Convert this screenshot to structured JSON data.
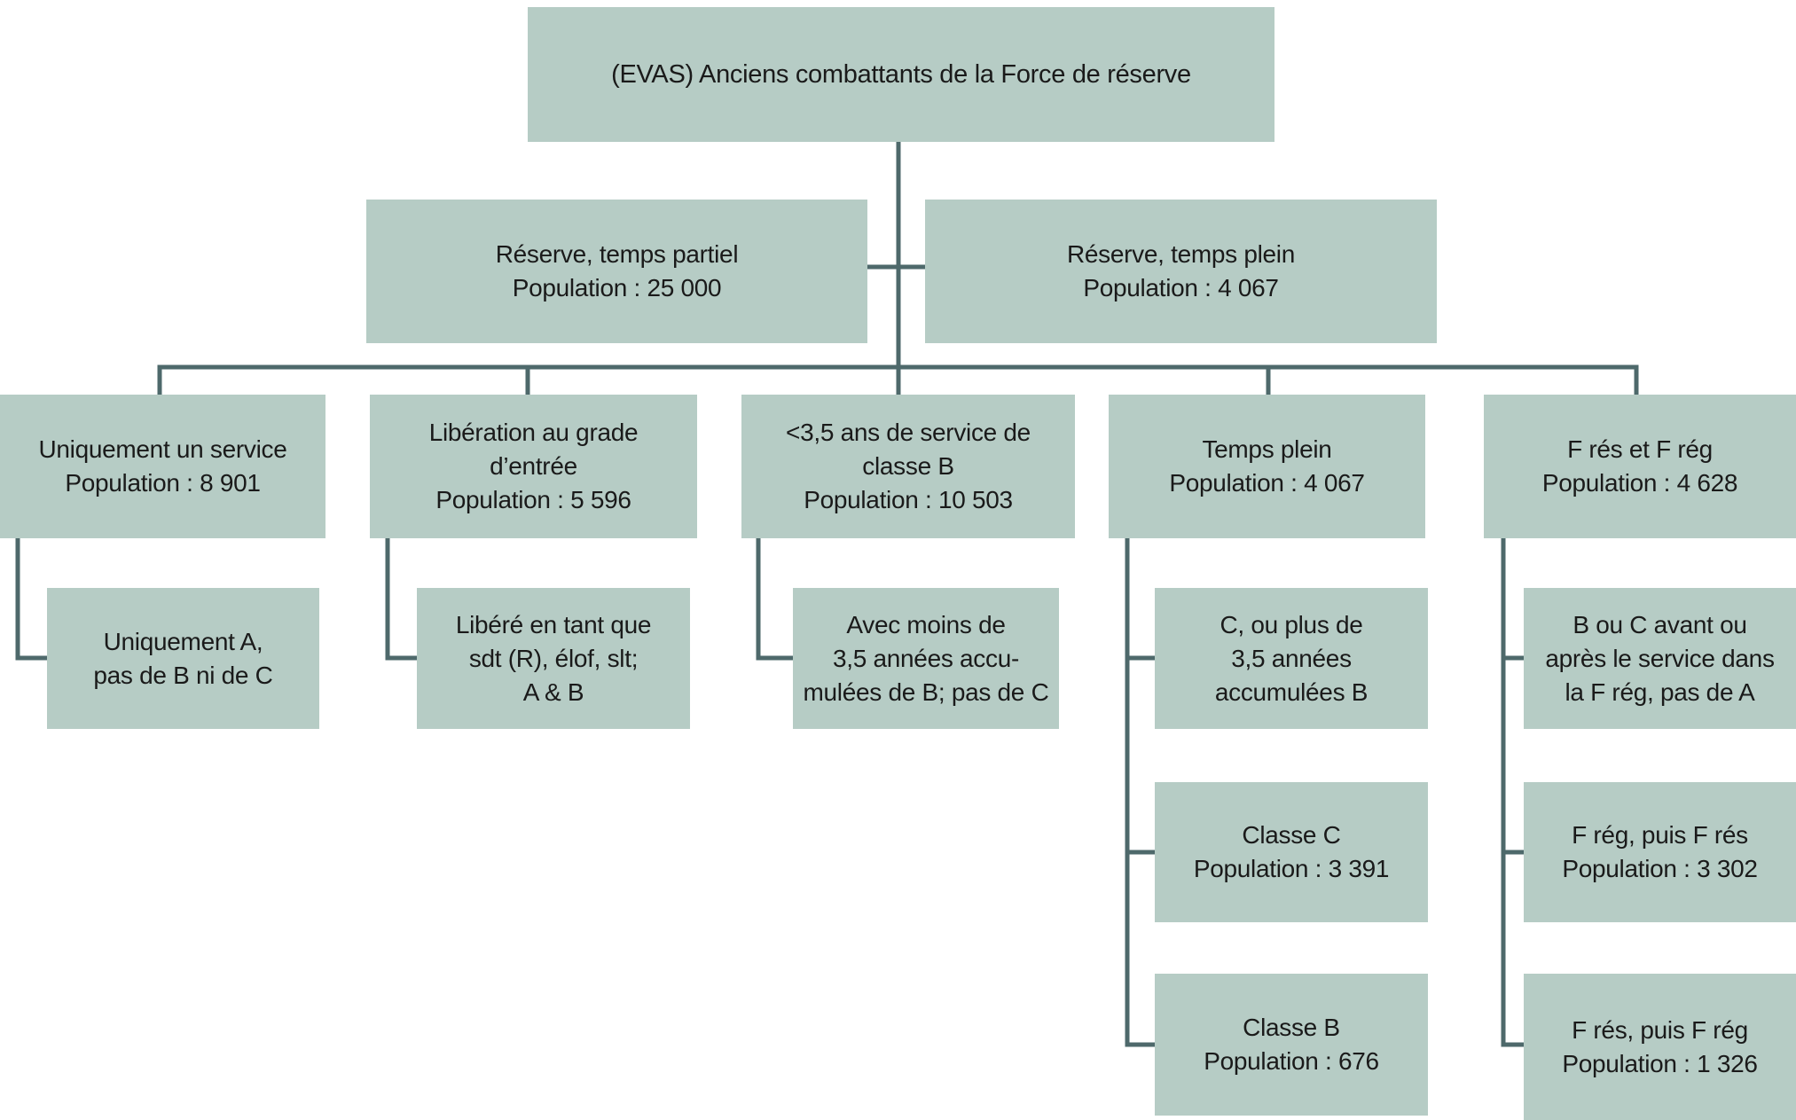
{
  "palette": {
    "box_fill": "#b6ccc5",
    "connector": "#4e696b",
    "text": "#1a1a1a"
  },
  "chart": {
    "root": {
      "lines": [
        "(EVAS) Anciens combattants de la Force de réserve"
      ]
    },
    "level2": [
      {
        "lines": [
          "Réserve, temps partiel",
          "Population : 25 000"
        ]
      },
      {
        "lines": [
          "Réserve, temps plein",
          "Population : 4 067"
        ]
      }
    ],
    "columns": [
      {
        "header": {
          "lines": [
            "Uniquement un service",
            "Population : 8 901"
          ]
        },
        "children": [
          {
            "lines": [
              "Uniquement A,",
              "pas de B ni de C"
            ]
          }
        ]
      },
      {
        "header": {
          "lines": [
            "Libération au grade",
            "d’entrée",
            "Population : 5 596"
          ]
        },
        "children": [
          {
            "lines": [
              "Libéré en tant que",
              "sdt (R), élof, slt;",
              "A & B"
            ]
          }
        ]
      },
      {
        "header": {
          "lines": [
            "<3,5 ans de service de",
            "classe B",
            "Population : 10 503"
          ]
        },
        "children": [
          {
            "lines": [
              "Avec moins de",
              "3,5 années accu-",
              "mulées de B; pas de C"
            ]
          }
        ]
      },
      {
        "header": {
          "lines": [
            "Temps plein",
            "Population : 4 067"
          ]
        },
        "children": [
          {
            "lines": [
              "C, ou plus de",
              "3,5 années",
              "accumulées B"
            ]
          },
          {
            "lines": [
              "Classe C",
              "Population : 3 391"
            ]
          },
          {
            "lines": [
              "Classe B",
              "Population : 676"
            ]
          }
        ]
      },
      {
        "header": {
          "lines": [
            "F rés et F rég",
            "Population : 4 628"
          ]
        },
        "children": [
          {
            "lines": [
              "B ou C avant ou",
              "après le service dans",
              "la F rég, pas de A"
            ]
          },
          {
            "lines": [
              "F rég, puis F rés",
              "Population : 3 302"
            ]
          },
          {
            "lines": [
              "F rés, puis F rég",
              "Population : 1 326"
            ]
          }
        ]
      }
    ]
  }
}
